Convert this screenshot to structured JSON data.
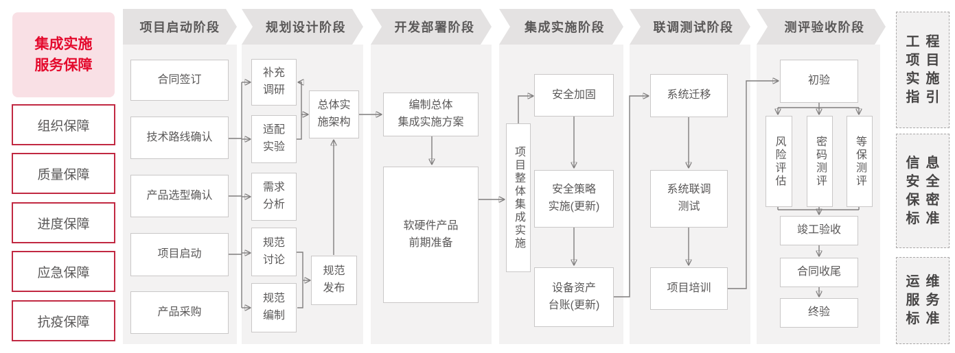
{
  "colors": {
    "accent_red": "#e40a2d",
    "border_red": "#c12841",
    "pink_bg": "#f9e0e5",
    "strip_bg": "#f3f2f2",
    "banner_bg": "#e4e2e2",
    "box_border": "#c9c7c7",
    "text_gray": "#5a5858",
    "line_gray": "#7f7d7d",
    "sidebar_text": "#474545"
  },
  "left_panel": {
    "title": "集成实施\n服务保障",
    "items": [
      {
        "label": "组织保障"
      },
      {
        "label": "质量保障"
      },
      {
        "label": "进度保障"
      },
      {
        "label": "应急保障"
      },
      {
        "label": "抗疫保障"
      }
    ]
  },
  "phases": [
    {
      "label": "项目启动阶段"
    },
    {
      "label": "规划设计阶段"
    },
    {
      "label": "开发部署阶段"
    },
    {
      "label": "集成实施阶段"
    },
    {
      "label": "联调测试阶段"
    },
    {
      "label": "测评验收阶段"
    }
  ],
  "flow": {
    "contract_signing": "合同签订",
    "tech_route_confirm": "技术路线确认",
    "product_selection_confirm": "产品选型确认",
    "project_kickoff": "项目启动",
    "product_procurement": "产品采购",
    "supplementary_research": "补充\n调研",
    "adaptation_test": "适配\n实验",
    "requirement_analysis": "需求\n分析",
    "spec_discussion": "规范\n讨论",
    "spec_drafting": "规范\n编制",
    "overall_impl_architecture": "总体实\n施架构",
    "spec_release": "规范\n发布",
    "overall_integration_plan": "编制总体\n集成实施方案",
    "hw_sw_preparation": "软硬件产品\n前期准备",
    "overall_project_integration": "项目整体集成实施",
    "security_hardening": "安全加固",
    "security_policy_impl": "安全策略\n实施(更新)",
    "asset_ledger_update": "设备资产\n台账(更新)",
    "system_migration": "系统迁移",
    "joint_testing": "系统联调\n测试",
    "project_training": "项目培训",
    "initial_acceptance": "初验",
    "risk_assessment": "风险评估",
    "crypto_evaluation": "密码测评",
    "mlps_evaluation": "等保测评",
    "completion_acceptance": "竣工验收",
    "contract_closing": "合同收尾",
    "final_acceptance": "终验"
  },
  "right_panel": {
    "items": [
      {
        "lines": [
          "工程",
          "项目",
          "实施",
          "指引"
        ]
      },
      {
        "lines": [
          "信息",
          "安全",
          "保密",
          "标准"
        ]
      },
      {
        "lines": [
          "运维",
          "服务",
          "标准"
        ]
      }
    ]
  }
}
